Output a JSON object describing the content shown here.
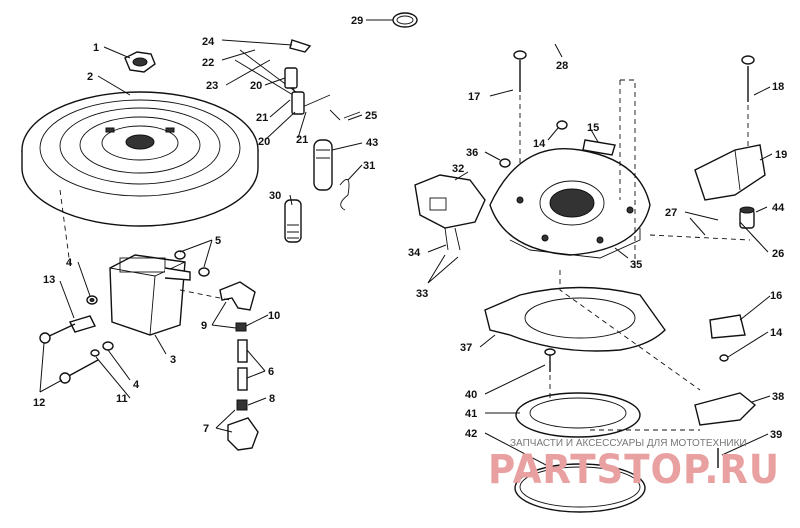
{
  "callouts": [
    "1",
    "2",
    "3",
    "4",
    "4",
    "5",
    "6",
    "7",
    "8",
    "9",
    "10",
    "11",
    "12",
    "13",
    "14",
    "14",
    "15",
    "16",
    "17",
    "18",
    "19",
    "20",
    "20",
    "21",
    "21",
    "22",
    "23",
    "24",
    "25",
    "26",
    "27",
    "28",
    "29",
    "30",
    "31",
    "32",
    "33",
    "34",
    "35",
    "36",
    "37",
    "38",
    "39",
    "40",
    "41",
    "42",
    "43",
    "44"
  ],
  "watermark": {
    "caption": "ЗАПЧАСТИ И АКСЕССУАРЫ ДЛЯ МОТОТЕХНИКИ",
    "brand": "PARTSTOP.RU",
    "color": "#e8a0a0"
  }
}
